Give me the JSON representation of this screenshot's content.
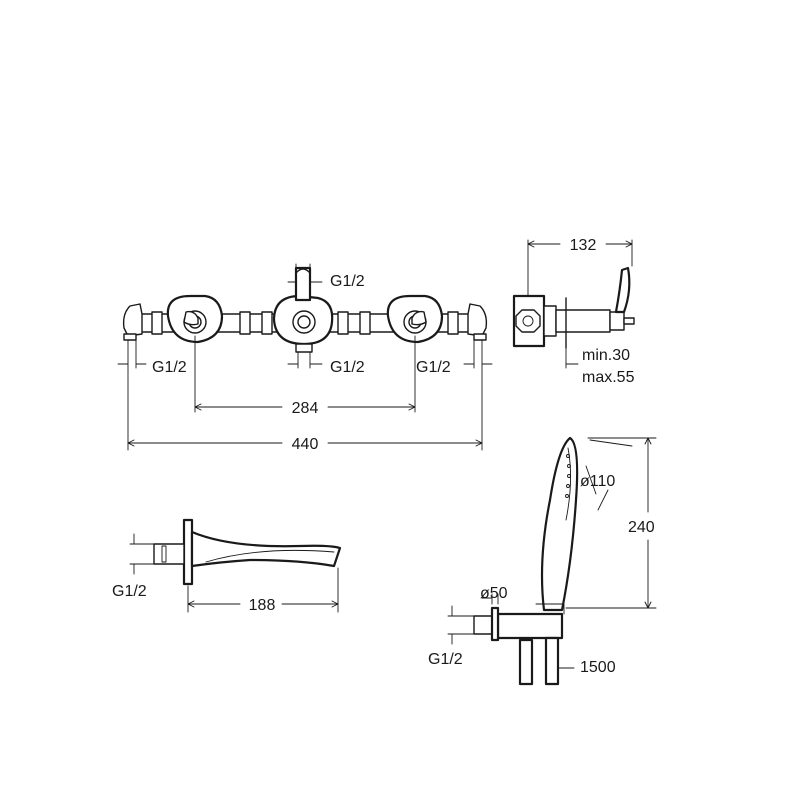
{
  "labels": {
    "top_dim_132": "132",
    "g12_top": "G1/2",
    "g12_left": "G1/2",
    "g12_center": "G1/2",
    "g12_right": "G1/2",
    "min30": "min.30",
    "max55": "max.55",
    "dim_284": "284",
    "dim_440": "440",
    "dia_110": "ø110",
    "dim_240": "240",
    "g12_spout": "G1/2",
    "dim_188": "188",
    "dia_50": "ø50",
    "g12_shower": "G1/2",
    "dim_1500": "1500"
  }
}
